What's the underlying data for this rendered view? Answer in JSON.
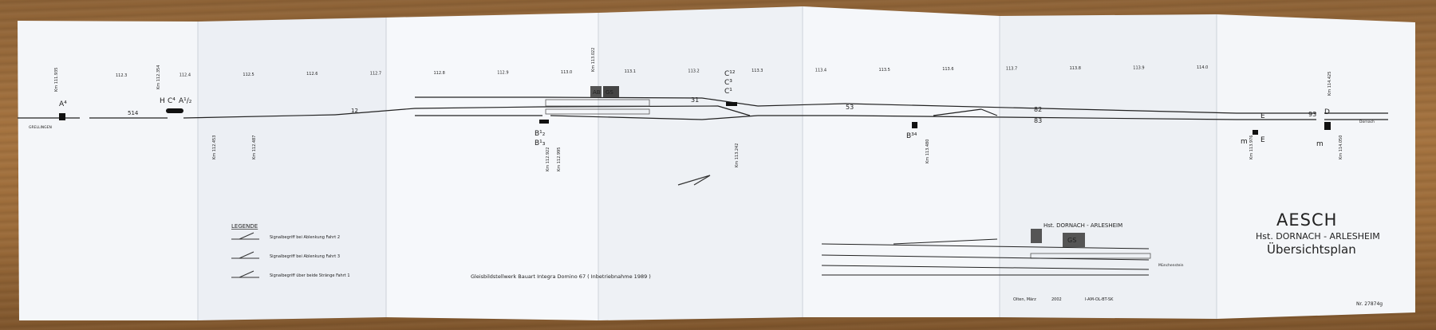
{
  "stations": {
    "grellingen": "GRELLINGEN",
    "dornach": "Dornach",
    "muenchenstein": "Münchenstein",
    "halt": "Hst. DORNACH - ARLESHEIM"
  },
  "kilometer_marks": [
    "112.3",
    "112.4",
    "112.5",
    "112.6",
    "112.7",
    "112.8",
    "112.9",
    "113.0",
    "113.1",
    "113.2",
    "113.3",
    "113.4",
    "113.5",
    "113.6",
    "113.7",
    "113.8",
    "113.9",
    "114.0"
  ],
  "km_posts": {
    "k1": "Km 111.935",
    "k2": "Km 112.354",
    "k3": "Km 112.453",
    "k4": "Km 112.487",
    "k5": "Km 113.022",
    "k6": "Km 112.922",
    "k7": "Km 112.995",
    "k8": "Km 113.242",
    "k9": "Km 113.480",
    "k10": "Km 114.425",
    "k11": "Km 113.976",
    "k12": "Km 114.050"
  },
  "signals": {
    "a4": "A⁴",
    "hc": "H",
    "c": "C⁴",
    "a12": "A¹/₂",
    "ab": "AB",
    "gs": "GS",
    "c1": "C¹²",
    "c2": "C³",
    "c3": "C¹",
    "b1": "B¹₂",
    "b2": "B¹₃",
    "b3": "B³⁴",
    "m": "m",
    "e1": "E",
    "e2": "E",
    "d": "D",
    "m2": "m"
  },
  "tracks": {
    "t514": "514",
    "t12": "12",
    "t31": "31",
    "t53": "53",
    "t82": "82",
    "t83": "83",
    "t93": "93"
  },
  "legend": {
    "title": "LEGENDE",
    "items": [
      "Signalbegriff bei Ablenkung Fahrt 2",
      "Signalbegriff bei Ablenkung Fahrt 3",
      "Signalbegriff über beide Stränge Fahrt 1"
    ]
  },
  "footer": {
    "interlocking": "Gleisbildstellwerk Bauart Integra Domino 67 ( Inbetriebnahme 1989 )",
    "date": "Olten, März",
    "year": "2002",
    "code": "I-AM-OL-BT-SK",
    "doc_no": "Nr. 27874g"
  },
  "title": {
    "main": "AESCH",
    "sub": "Hst. DORNACH - ARLESHEIM",
    "plan": "Übersichtsplan"
  }
}
